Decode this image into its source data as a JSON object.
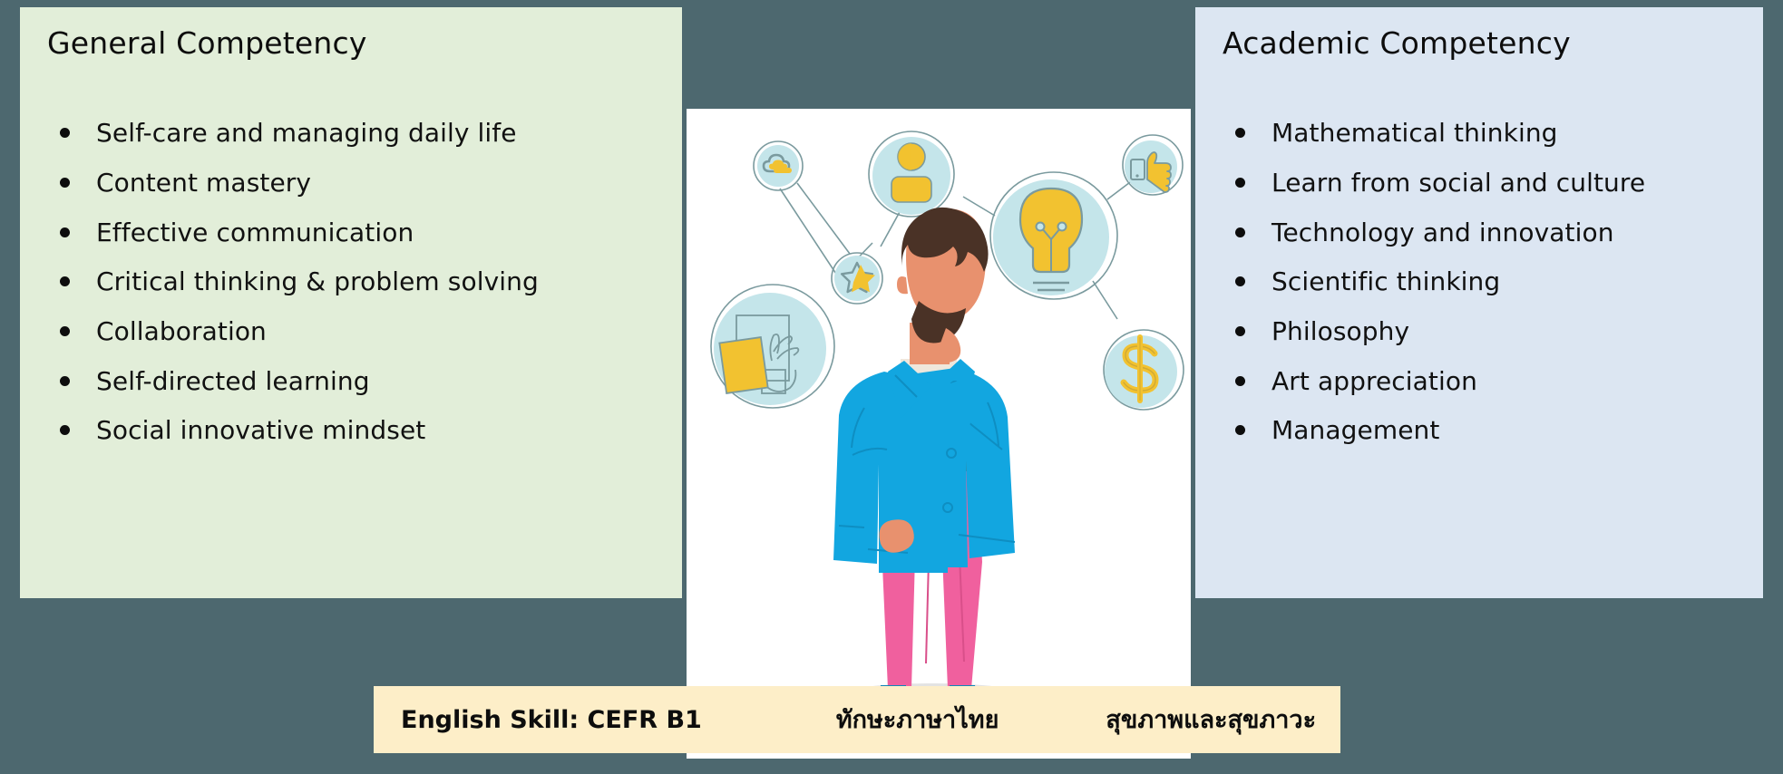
{
  "slide": {
    "background_color": "#4d686f"
  },
  "left_panel": {
    "title": "General Competency",
    "background_color": "#e2eed9",
    "items": [
      {
        "label": "Self-care and managing daily life"
      },
      {
        "label": "Content mastery"
      },
      {
        "label": "Effective communication"
      },
      {
        "label": "Critical thinking & problem solving"
      },
      {
        "label": "Collaboration"
      },
      {
        "label": "Self-directed learning"
      },
      {
        "label": "Social innovative mindset"
      }
    ]
  },
  "right_panel": {
    "title": "Academic Competency",
    "background_color": "#dce6f2",
    "items": [
      {
        "label": "Mathematical thinking"
      },
      {
        "label": "Learn from social and culture"
      },
      {
        "label": "Technology and innovation"
      },
      {
        "label": "Scientific thinking"
      },
      {
        "label": "Philosophy"
      },
      {
        "label": "Art appreciation"
      },
      {
        "label": "Management"
      }
    ]
  },
  "skill_bar": {
    "background_color": "#fdeec8",
    "items": [
      {
        "label": "English Skill: CEFR B1"
      },
      {
        "label": "ทักษะภาษาไทย"
      },
      {
        "label": "สุขภาพและสุขภาวะ"
      }
    ]
  },
  "illustration": {
    "background_color": "#ffffff",
    "palette": {
      "bubble_fill": "#c4e5ea",
      "bubble_stroke": "#7a9a9e",
      "icon_yellow": "#f2c230",
      "coat_blue": "#12a6e0",
      "trouser_pink": "#f0609e",
      "skin": "#e8916e",
      "hair_brown": "#4a3226",
      "shoe_blue": "#0f86b8",
      "shirt_cream": "#efe7dc",
      "shadow_grey": "#e3e3e3"
    },
    "nodes": [
      {
        "name": "cloud-icon",
        "label": "cloud"
      },
      {
        "name": "person-icon",
        "label": "person"
      },
      {
        "name": "star-icon",
        "label": "star"
      },
      {
        "name": "lightbulb-icon",
        "label": "lightbulb"
      },
      {
        "name": "thumbs-up-icon",
        "label": "thumbs up"
      },
      {
        "name": "dollar-icon",
        "label": "dollar"
      },
      {
        "name": "document-hand-icon",
        "label": "document and hand"
      }
    ],
    "figure": {
      "label": "thinking man in blue coat"
    }
  }
}
